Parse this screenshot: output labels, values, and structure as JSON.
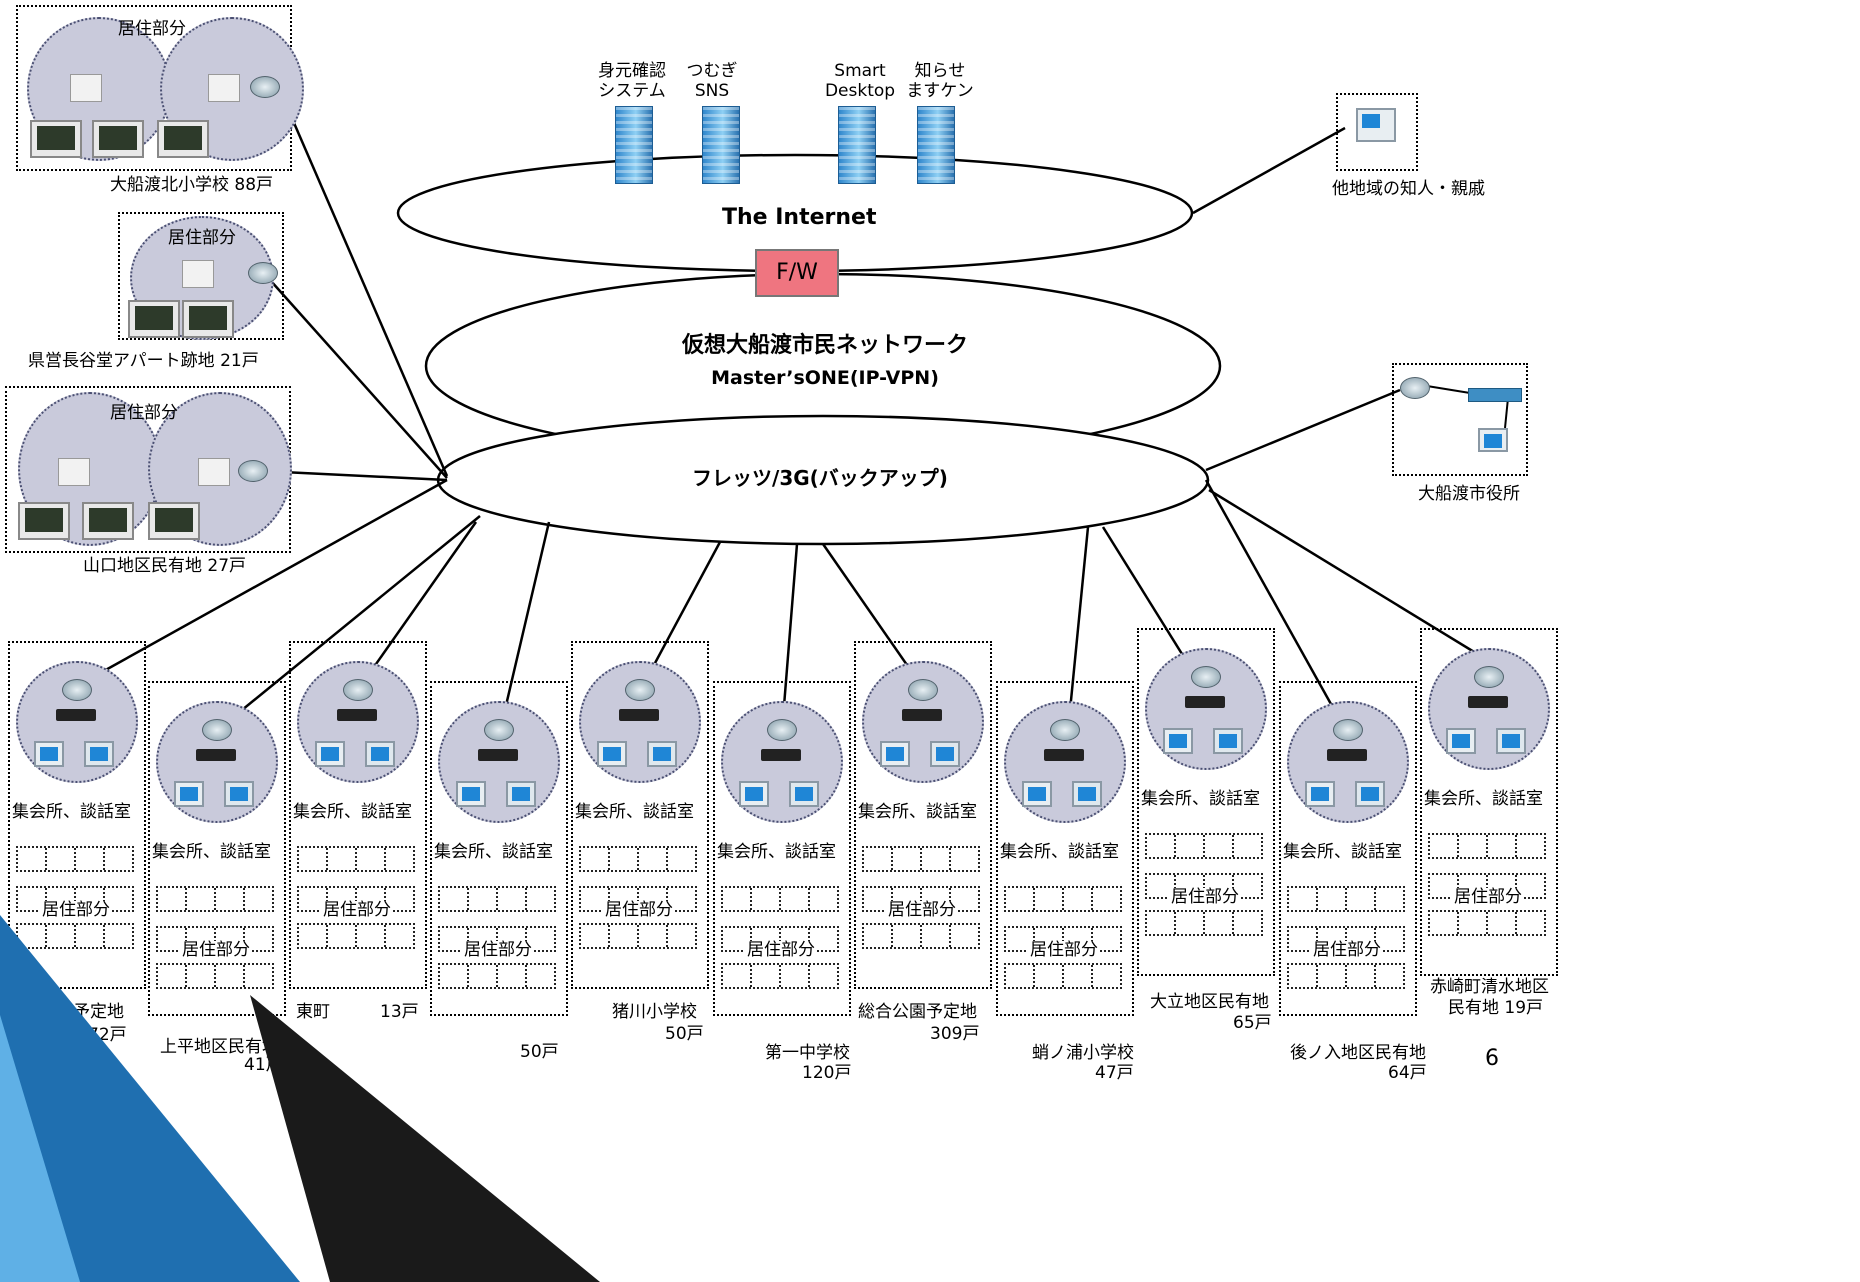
{
  "servers": [
    {
      "label": "身元確認\nシステム"
    },
    {
      "label": "つむぎ\nSNS"
    },
    {
      "label": "Smart\nDesktop"
    },
    {
      "label": "知らせ\nますケン"
    }
  ],
  "internet_label": "The Internet",
  "firewall_label": "F/W",
  "vpn_title": "仮想大船渡市民ネットワーク",
  "vpn_subtitle": "Master’sONE(IP-VPN)",
  "backup_label": "フレッツ/3G(バックアップ)",
  "relatives_label": "他地域の知人・親戚",
  "city_hall_label": "大船渡市役所",
  "residence_label": "居住部分",
  "meeting_label": "集会所、談話室",
  "left_sites": [
    {
      "name": "大船渡北小学校 88戸"
    },
    {
      "name": "県営長谷堂アパート跡地 21戸"
    },
    {
      "name": "山口地区民有地 27戸"
    }
  ],
  "bottom_sites": [
    {
      "name": "防災公園予定地",
      "units": "72戸"
    },
    {
      "name": "上平地区民有地",
      "units": "41戸"
    },
    {
      "name": "東町",
      "units": "13戸"
    },
    {
      "name": "",
      "units": "50戸"
    },
    {
      "name": "猪川小学校",
      "units": "50戸"
    },
    {
      "name": "第一中学校",
      "units": "120戸"
    },
    {
      "name": "総合公園予定地",
      "units": "309戸"
    },
    {
      "name": "蛸ノ浦小学校",
      "units": "47戸"
    },
    {
      "name": "大立地区民有地",
      "units": "65戸"
    },
    {
      "name": "後ノ入地区民有地",
      "units": "64戸"
    },
    {
      "name": "赤崎町清水地区",
      "units": "民有地 19戸"
    }
  ],
  "page_number": "6",
  "colors": {
    "firewall": "#ef7580",
    "site_circle": "#c9cadb",
    "server": "#3b8fd1"
  }
}
